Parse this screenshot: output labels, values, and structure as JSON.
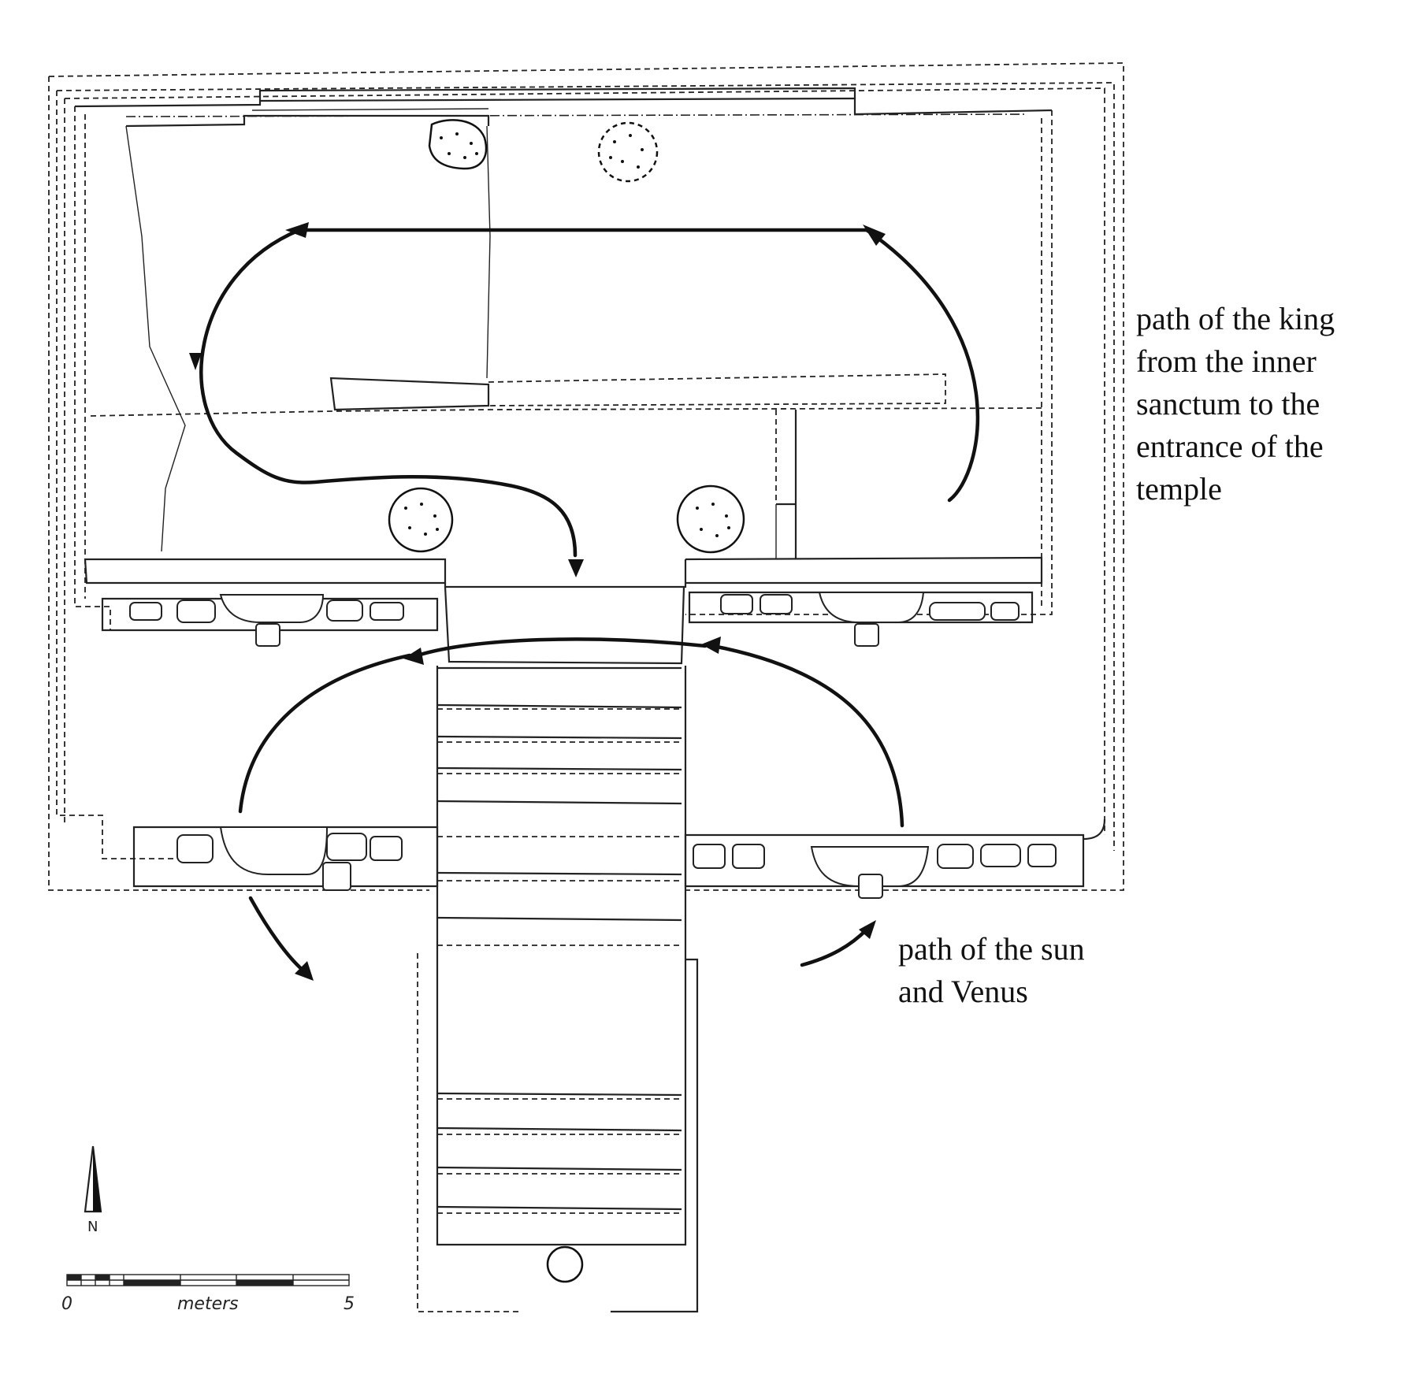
{
  "labels": {
    "king_path": "path of the king\nfrom the inner\nsanctum to the\nentrance of the\ntemple",
    "sun_path": "path of the sun\nand Venus"
  },
  "scale_bar": {
    "start": "0",
    "unit": "meters",
    "end": "5"
  },
  "north_arrow": {
    "letter": "N"
  }
}
